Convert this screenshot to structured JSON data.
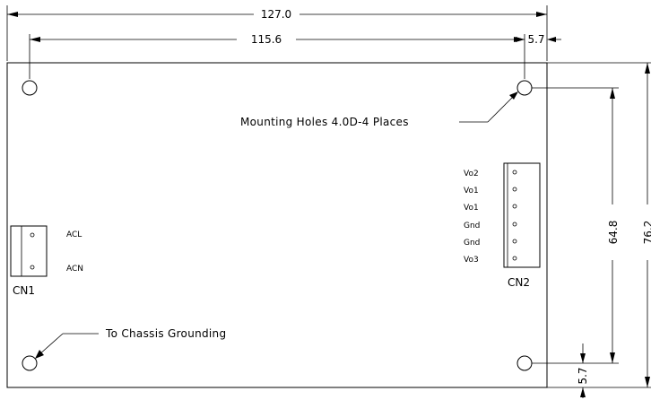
{
  "dimensions": {
    "overall_width": "127.0",
    "hole_spacing_x": "115.6",
    "edge_offset_right": "5.7",
    "hole_spacing_y": "64.8",
    "overall_height": "76.2",
    "edge_offset_bottom": "5.7"
  },
  "notes": {
    "mounting_holes": "Mounting Holes 4.0D-4 Places",
    "chassis_ground": "To Chassis Grounding"
  },
  "connectors": {
    "cn1": {
      "label": "CN1",
      "pins": [
        "ACL",
        "ACN"
      ]
    },
    "cn2": {
      "label": "CN2",
      "pins": [
        "Vo2",
        "Vo1",
        "Vo1",
        "Gnd",
        "Gnd",
        "Vo3"
      ]
    }
  }
}
